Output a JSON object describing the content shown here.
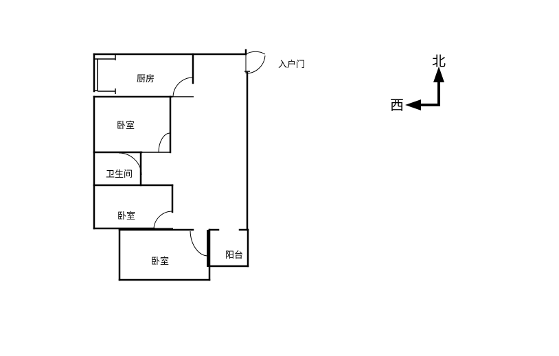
{
  "rooms": {
    "kitchen": "厨房",
    "bedroom_top": "卧室",
    "bathroom": "卫生间",
    "bedroom_middle": "卧室",
    "bedroom_bottom": "卧室",
    "balcony": "阳台"
  },
  "entrance": {
    "label": "入户门"
  },
  "compass": {
    "north": "北",
    "west": "西",
    "icon": "compass-arrow-icon"
  },
  "colors": {
    "line": "#000000",
    "background": "#ffffff"
  }
}
